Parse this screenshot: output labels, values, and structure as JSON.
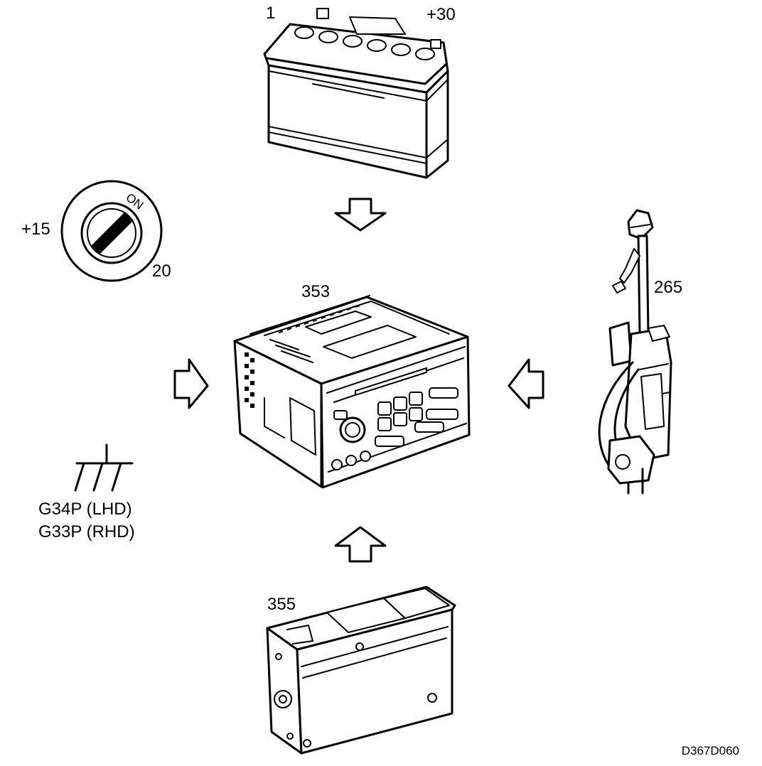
{
  "labels": {
    "battery_neg": "1",
    "battery_pos": "+30",
    "ignition_in": "+15",
    "ignition_num": "20",
    "ignition_on": "ON",
    "radio_unit": "353",
    "antenna": "265",
    "cd_changer": "355",
    "ground_lhd": "G34P (LHD)",
    "ground_rhd": "G33P (RHD)",
    "figure_code": "D367D060"
  },
  "icons": {
    "battery": "battery-icon",
    "ignition_switch": "ignition-switch-icon",
    "radio": "radio-unit-icon",
    "antenna": "power-antenna-icon",
    "cd_changer": "cd-changer-icon",
    "ground": "ground-symbol-icon",
    "arrows": "hollow-arrow-icon"
  },
  "colors": {
    "ink": "#000000",
    "paper": "#ffffff"
  }
}
